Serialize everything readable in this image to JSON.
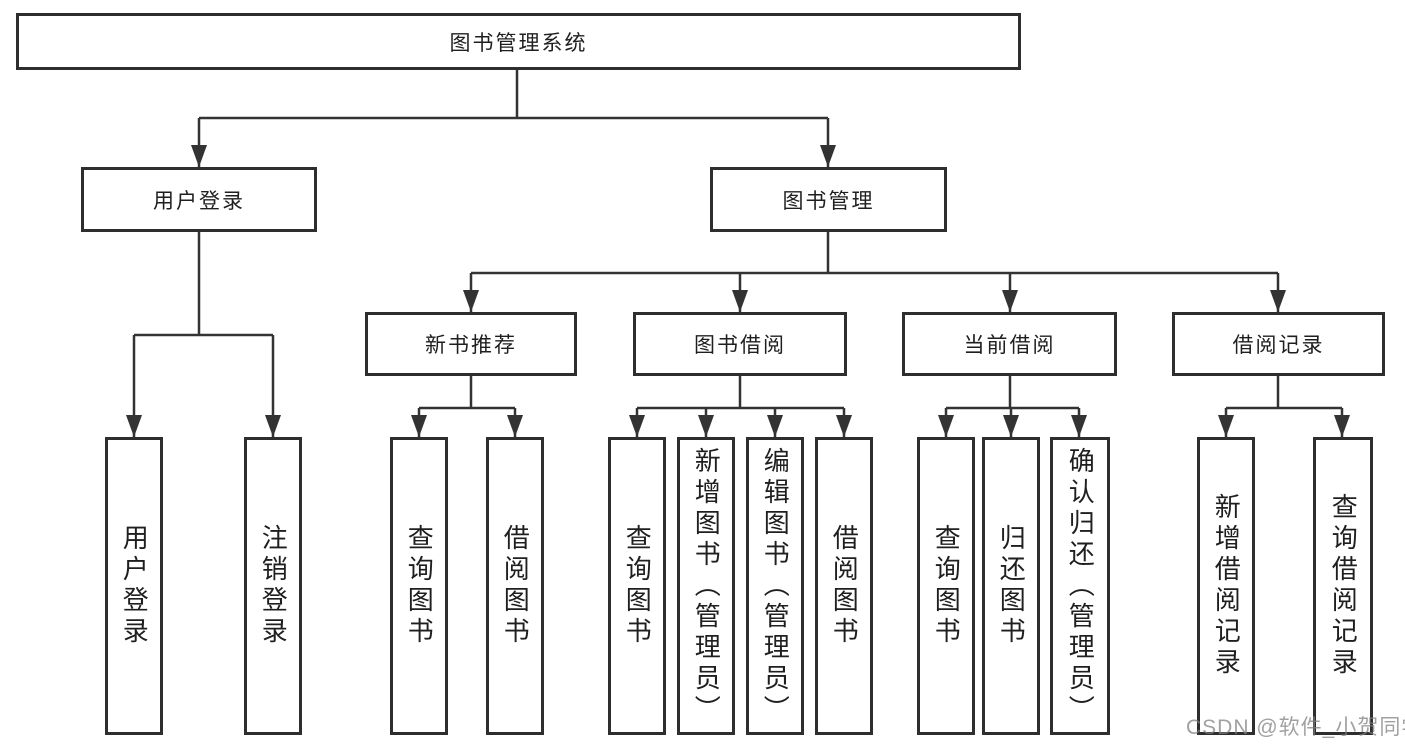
{
  "tree": {
    "label": "图书管理系统",
    "children": [
      {
        "label": "用户登录",
        "children": [
          {
            "label": "用户登录"
          },
          {
            "label": "注销登录"
          }
        ]
      },
      {
        "label": "图书管理",
        "children": [
          {
            "label": "新书推荐",
            "children": [
              {
                "label": "查询图书"
              },
              {
                "label": "借阅图书"
              }
            ]
          },
          {
            "label": "图书借阅",
            "children": [
              {
                "label": "查询图书"
              },
              {
                "label": "新增图书（管理员）"
              },
              {
                "label": "编辑图书（管理员）"
              },
              {
                "label": "借阅图书"
              }
            ]
          },
          {
            "label": "当前借阅",
            "children": [
              {
                "label": "查询图书"
              },
              {
                "label": "归还图书"
              },
              {
                "label": "确认归还（管理员）"
              }
            ]
          },
          {
            "label": "借阅记录",
            "children": [
              {
                "label": "新增借阅记录"
              },
              {
                "label": "查询借阅记录"
              }
            ]
          }
        ]
      }
    ]
  },
  "watermark": {
    "text": "CSDN @软件_小贺同学"
  },
  "colors": {
    "box_border": "#2e2e2e",
    "connector_line": "#333333",
    "text": "#1f1f1f",
    "watermark": "#ababab",
    "background": "#ffffff"
  }
}
